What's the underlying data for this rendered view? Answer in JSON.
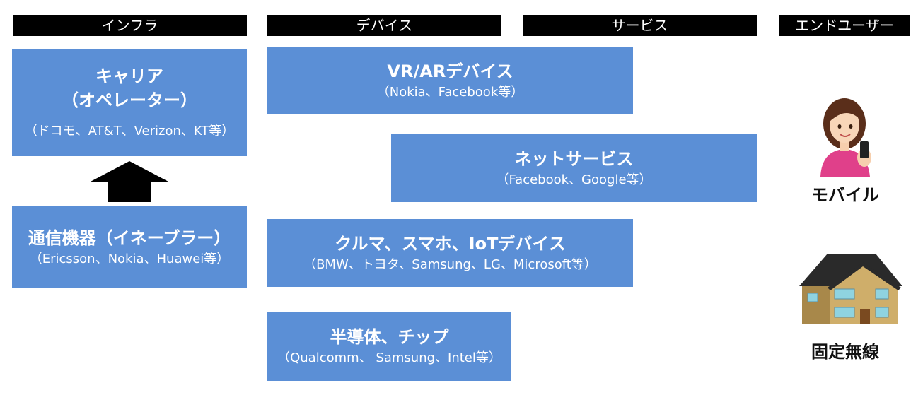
{
  "headers": {
    "infra": "インフラ",
    "device": "デバイス",
    "service": "サービス",
    "enduser": "エンドユーザー"
  },
  "boxes": {
    "carrier": {
      "title1": "キャリア",
      "title2": "（オペレーター）",
      "sub": "（ドコモ、AT&T、Verizon、KT等）"
    },
    "enabler": {
      "title": "通信機器（イネーブラー）",
      "sub": "（Ericsson、Nokia、Huawei等）"
    },
    "vrar": {
      "title": "VR/ARデバイス",
      "sub": "（Nokia、Facebook等）"
    },
    "net": {
      "title": "ネットサービス",
      "sub": "（Facebook、Google等）"
    },
    "iot": {
      "title": "クルマ、スマホ、IoTデバイス",
      "sub": "（BMW、トヨタ、Samsung、LG、Microsoft等）"
    },
    "chip": {
      "title": "半導体、チップ",
      "sub": "（Qualcomm、 Samsung、Intel等）"
    }
  },
  "endusers": {
    "mobile": "モバイル",
    "fixed": "固定無線"
  },
  "colors": {
    "box": "#5b8fd6",
    "header": "#000000"
  }
}
